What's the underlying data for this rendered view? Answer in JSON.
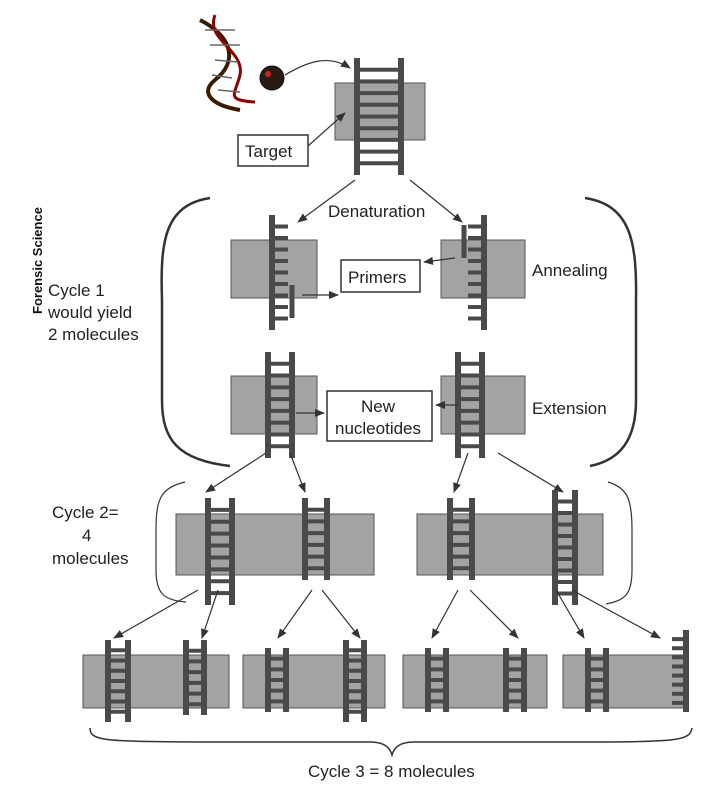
{
  "sidebar_label": "Forensic Science",
  "labels": {
    "target": "Target",
    "denaturation": "Denaturation",
    "primers": "Primers",
    "annealing": "Annealing",
    "new_nucleotides_1": "New",
    "new_nucleotides_2": "nucleotides",
    "extension": "Extension",
    "cycle1_1": "Cycle 1",
    "cycle1_2": "would yield",
    "cycle1_3": "2 molecules",
    "cycle2_1": "Cycle 2=",
    "cycle2_2": "4",
    "cycle2_3": "molecules",
    "cycle3": "Cycle 3 = 8 molecules"
  },
  "colors": {
    "dna": "#4a4a4a",
    "box_fill": "#a3a3a3",
    "helix_red": "#8b0000",
    "helix_dark": "#3a1a00"
  }
}
